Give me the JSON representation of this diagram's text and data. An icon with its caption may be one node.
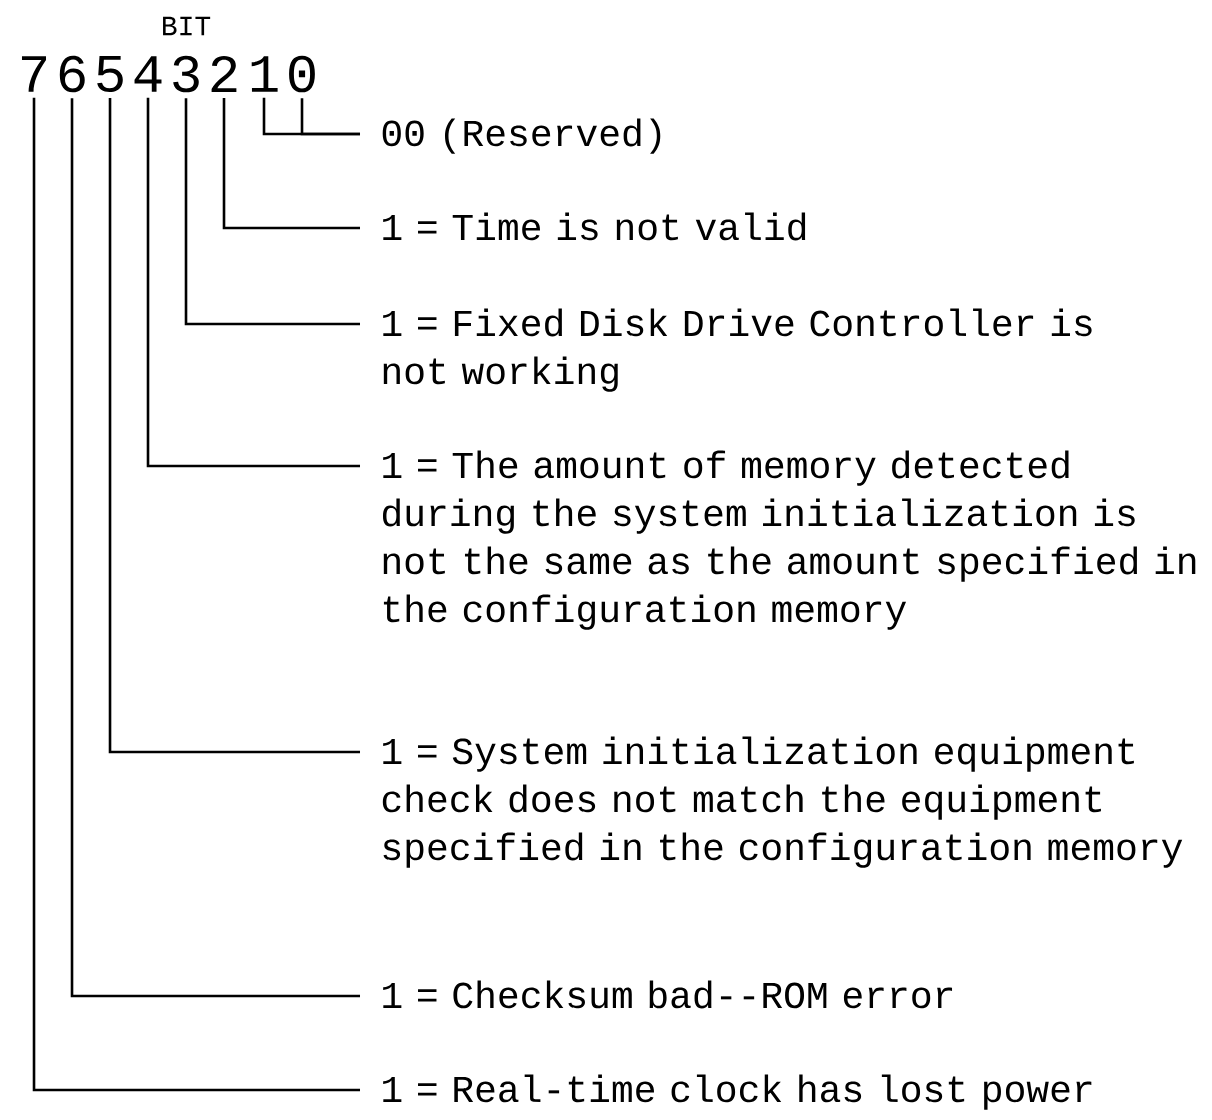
{
  "diagram": {
    "nodes": [
      {
        "text": [
          "7"
        ]
      },
      {
        "text": [
          "6"
        ]
      },
      {
        "text": [
          "5"
        ]
      },
      {
        "text": [
          "4"
        ]
      },
      {
        "text": [
          "3"
        ]
      },
      {
        "text": [
          "2"
        ]
      },
      {
        "text": [
          "1"
        ]
      },
      {
        "text": [
          "0"
        ]
      },
      {
        "text": [
          "00 (Reserved)"
        ]
      },
      {
        "text": [
          "1 = Time is not valid"
        ]
      },
      {
        "text": [
          "1 = Fixed Disk Drive Controller is not working"
        ]
      },
      {
        "text": [
          "1 = The amount of memory detected during the system initialization is not the same as the amount specified in the configuration memory"
        ]
      },
      {
        "text": [
          "1 = System initialization equipment check does not match the equipment specified in the configuration memory"
        ]
      },
      {
        "text": [
          "1 = Checksum bad--ROM error"
        ]
      },
      {
        "text": [
          "1 = Real-time clock has lost power"
        ]
      }
    ],
    "edges": [
      {
        "from": 6,
        "to": 8,
        "arrow": "none"
      },
      {
        "from": 7,
        "to": 8,
        "arrow": "none"
      },
      {
        "from": 5,
        "to": 9,
        "arrow": "none"
      },
      {
        "from": 4,
        "to": 10,
        "arrow": "none"
      },
      {
        "from": 3,
        "to": 11,
        "arrow": "none"
      },
      {
        "from": 2,
        "to": 12,
        "arrow": "none"
      },
      {
        "from": 1,
        "to": 13,
        "arrow": "none"
      },
      {
        "from": 0,
        "to": 14,
        "arrow": "none"
      }
    ],
    "labels": [
      "BIT"
    ]
  }
}
